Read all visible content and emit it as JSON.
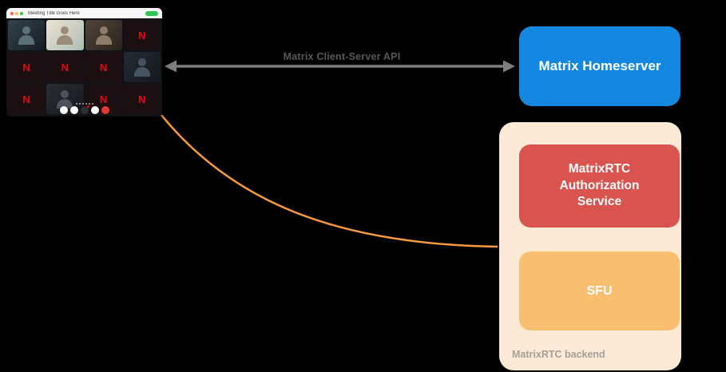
{
  "call_window": {
    "title": "Meeting Title Goes Here",
    "avatar_letter": "N"
  },
  "nodes": {
    "homeserver": {
      "label": "Matrix Homeserver",
      "color": "#1487e0"
    },
    "auth_service": {
      "label": "MatrixRTC Authorization Service",
      "color": "#d9534f"
    },
    "sfu": {
      "label": "SFU",
      "color": "#f9bf70"
    },
    "backend_group": {
      "label": "MatrixRTC backend",
      "color": "#fcead6"
    }
  },
  "edges": {
    "client_server_api": {
      "label": "Matrix Client-Server API",
      "color": "#7d7d7d"
    },
    "rtc_link": {
      "color": "#f79a3d"
    }
  }
}
